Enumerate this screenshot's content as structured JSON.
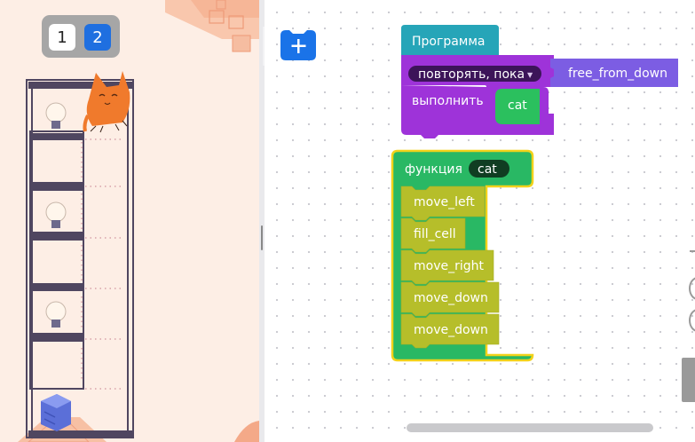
{
  "level_tabs": [
    {
      "label": "1",
      "active": false
    },
    {
      "label": "2",
      "active": true
    }
  ],
  "workspace": {
    "program_block": {
      "title": "Программа",
      "loop_label": "повторять, пока",
      "condition": "free_from_down",
      "do_label": "выполнить",
      "call": "cat"
    },
    "function_block": {
      "keyword": "функция",
      "name": "cat",
      "statements": [
        "move_left",
        "fill_cell",
        "move_right",
        "move_down",
        "move_down"
      ]
    }
  },
  "colors": {
    "scene_bg": "#fdeee5",
    "program_teal": "#26a5b8",
    "loop_purple": "#9e33d9",
    "condition_purple": "#7c5de3",
    "call_green": "#2bc05e",
    "function_green": "#29b864",
    "function_border": "#f2d21a",
    "statement_olive": "#b6be2a",
    "add_button_blue": "#1a73e8"
  }
}
